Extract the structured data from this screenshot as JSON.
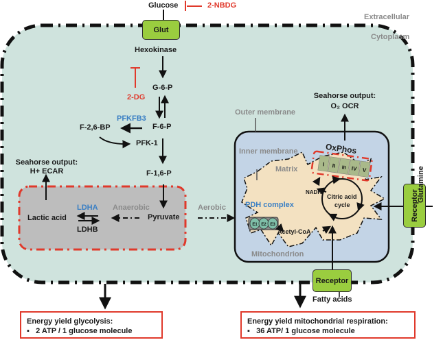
{
  "regions": {
    "extracellular": "Extracellular",
    "cytoplasm": "Cytoplasm",
    "outer_membrane": "Outer membrane",
    "inner_membrane": "Inner membrane",
    "matrix": "Matrix",
    "mitochondrion": "Mitochondrion"
  },
  "transporters": {
    "glut": "Glut",
    "receptor_bottom": "Receptor",
    "receptor_right": "Receptor"
  },
  "substrates": {
    "glucose": "Glucose",
    "glutamine": "Glutamine",
    "fatty_acids": "Fatty acids"
  },
  "inhibitors": {
    "nbdg": "2-NBDG",
    "dg": "2-DG"
  },
  "glycolysis": {
    "hexokinase": "Hexokinase",
    "g6p": "G-6-P",
    "f6p": "F-6-P",
    "pfkfb3": "PFKFB3",
    "f26bp": "F-2,6-BP",
    "pfk1": "PFK-1",
    "f16p": "F-1,6-P",
    "pyruvate": "Pyruvate"
  },
  "anaerobic": {
    "label": "Anaerobic",
    "lactic_acid": "Lactic acid",
    "ldha": "LDHA",
    "ldhb": "LDHB"
  },
  "aerobic": {
    "label": "Aerobic",
    "pdh_complex": "PDH complex",
    "pdh_subunits": [
      "E1",
      "E2",
      "E3"
    ],
    "acetyl_coa": "Acetyl-CoA",
    "tca_line1": "Citric acid",
    "tca_line2": "cycle",
    "nadh": "NADH",
    "oxphos": "OxPhos",
    "complexes": [
      "I",
      "II",
      "III",
      "IV",
      "V"
    ]
  },
  "seahorse": {
    "ecar_title": "Seahorse output:",
    "ecar_value": "H+ ECAR",
    "ocr_title": "Seahorse output:",
    "ocr_value": "O₂ OCR"
  },
  "energy_yield": {
    "glycolysis_title": "Energy yield glycolysis:",
    "glycolysis_value": "2 ATP / 1 glucose molecule",
    "respiration_title": "Energy yield mitochondrial respiration:",
    "respiration_value": "36 ATP/ 1 glucose molecule",
    "bullet": "▪"
  },
  "colors": {
    "cytoplasm_fill": "#cfe3dd",
    "mito_fill": "#c3d4e6",
    "matrix_fill": "#f3e1c1",
    "anaerobic_fill": "#bdbdbd",
    "transporter_fill": "#9acd3f",
    "inhibitor": "#e0392b",
    "enzyme": "#3a7fc4",
    "complex_fill": "#a9b98a",
    "pdh_fill": "#7fbfa8"
  }
}
